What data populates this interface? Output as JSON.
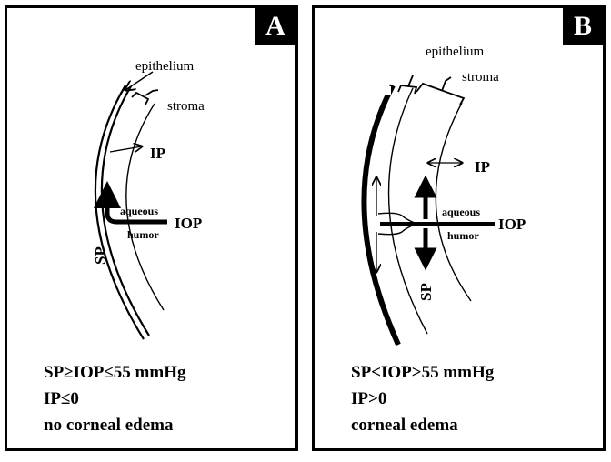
{
  "panels": [
    {
      "id": "A",
      "labels": {
        "epithelium": "epithelium",
        "stroma": "stroma",
        "ip": "IP",
        "aqueous": "aqueous",
        "humor": "humor",
        "iop": "IOP",
        "sp": "SP"
      },
      "caption": [
        "SP≥IOP≤55 mmHg",
        "IP≤0",
        "no corneal edema"
      ]
    },
    {
      "id": "B",
      "labels": {
        "epithelium": "epithelium",
        "stroma": "stroma",
        "ip": "IP",
        "aqueous": "aqueous",
        "humor": "humor",
        "iop": "IOP",
        "sp": "SP"
      },
      "caption": [
        "SP<IOP>55 mmHg",
        "IP>0",
        "corneal edema"
      ]
    }
  ]
}
